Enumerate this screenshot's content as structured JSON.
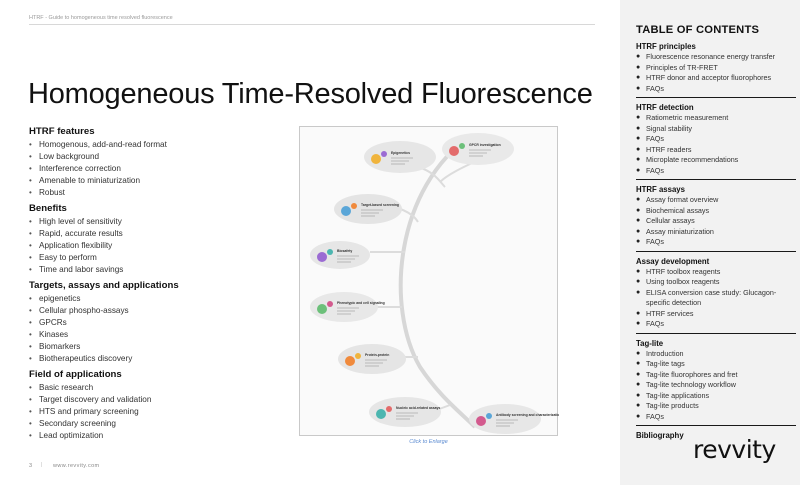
{
  "header": {
    "text": "HTRF - Guide to homogeneous time resolved fluorescence"
  },
  "title": "Homogeneous Time-Resolved Fluorescence",
  "sections": [
    {
      "heading": "HTRF features",
      "items": [
        "Homogenous, add-and-read format",
        "Low background",
        "Interference correction",
        "Amenable to miniaturization",
        "Robust"
      ]
    },
    {
      "heading": "Benefits",
      "items": [
        "High level of sensitivity",
        "Rapid, accurate results",
        "Application flexibility",
        "Easy to perform",
        "Time and labor savings"
      ]
    },
    {
      "heading": "Targets, assays and applications",
      "items": [
        "epigenetics",
        "Cellular phospho-assays",
        "GPCRs",
        "Kinases",
        "Biomarkers",
        "Biotherapeutics discovery"
      ]
    },
    {
      "heading": "Field of applications",
      "items": [
        "Basic research",
        "Target discovery and validation",
        "HTS and primary screening",
        "Secondary screening",
        "Lead optimization"
      ]
    }
  ],
  "figure": {
    "caption": "Click to Enlarge",
    "nodes": [
      {
        "label": "Epigenetics"
      },
      {
        "label": "GPCR investigation"
      },
      {
        "label": "Target-based screening"
      },
      {
        "label": "Biosafety"
      },
      {
        "label": "Phenotypic and cell signaling"
      },
      {
        "label": "Protein-protein"
      },
      {
        "label": "Nucleic acid-related assays"
      },
      {
        "label": "Antibody screening and characterization"
      }
    ]
  },
  "footer": {
    "page": "3",
    "separator": "|",
    "url": "www.revvity.com"
  },
  "toc": {
    "title": "TABLE OF CONTENTS",
    "sections": [
      {
        "heading": "HTRF principles",
        "items": [
          "Fluorescence resonance energy transfer",
          "Principles of TR-FRET",
          "HTRF donor and acceptor fluorophores",
          "FAQs"
        ]
      },
      {
        "heading": "HTRF detection",
        "items": [
          "Ratiometric measurement",
          "Signal stability",
          "FAQs",
          "HTRF readers",
          "Microplate recommendations",
          "FAQs"
        ]
      },
      {
        "heading": "HTRF assays",
        "items": [
          "Assay format overview",
          "Biochemical assays",
          "Cellular assays",
          "Assay miniaturization",
          "FAQs"
        ]
      },
      {
        "heading": "Assay development",
        "items": [
          "HTRF toolbox reagents",
          "Using toolbox reagents",
          "ELISA conversion case study: Glucagon-specific detection",
          "HTRF services",
          "FAQs"
        ]
      },
      {
        "heading": "Tag-lite",
        "items": [
          "Introduction",
          "Tag-lite tags",
          "Tag-lite fluorophores and fret",
          "Tag-lite technology workflow",
          "Tag-lite applications",
          "Tag-lite products",
          "FAQs"
        ]
      },
      {
        "heading": "Bibliography",
        "items": []
      }
    ]
  },
  "logo": "revvity",
  "colors": {
    "toc_bg": "#f2f2f2",
    "caption": "#5b8bd1",
    "rule": "#1a1a1a"
  }
}
